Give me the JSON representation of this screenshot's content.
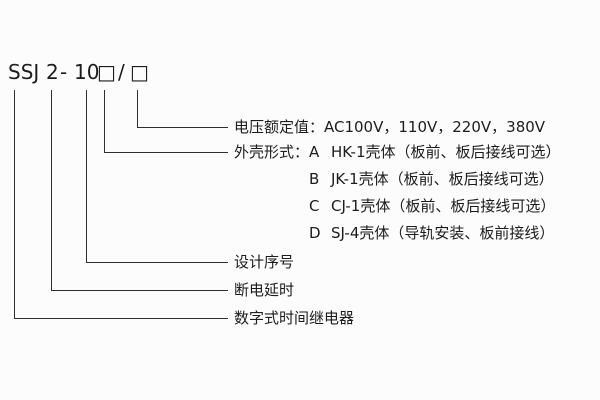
{
  "model": {
    "prefix": "SSJ",
    "delay_code": "2",
    "dash": "-",
    "series": "10",
    "box1": "□",
    "slash": "/",
    "box2": "□"
  },
  "callouts": {
    "voltage": {
      "label": "电压额定值：AC100V，110V，220V，380V"
    },
    "shell": {
      "label": "外壳形式：",
      "options": [
        {
          "code": "A",
          "text": "HK-1壳体（板前、板后接线可选）"
        },
        {
          "code": "B",
          "text": "JK-1壳体（板前、板后接线可选）"
        },
        {
          "code": "C",
          "text": "CJ-1壳体（板前、板后接线可选）"
        },
        {
          "code": "D",
          "text": "SJ-4壳体（导轨安装、板前接线）"
        }
      ]
    },
    "design_serial": {
      "label": "设计序号"
    },
    "power_off_delay": {
      "label": "断电延时"
    },
    "product_type": {
      "label": "数字式时间继电器"
    }
  },
  "colors": {
    "line": "#2e2e2e",
    "text": "#1c1c1c",
    "background": "#fcfcfc"
  }
}
